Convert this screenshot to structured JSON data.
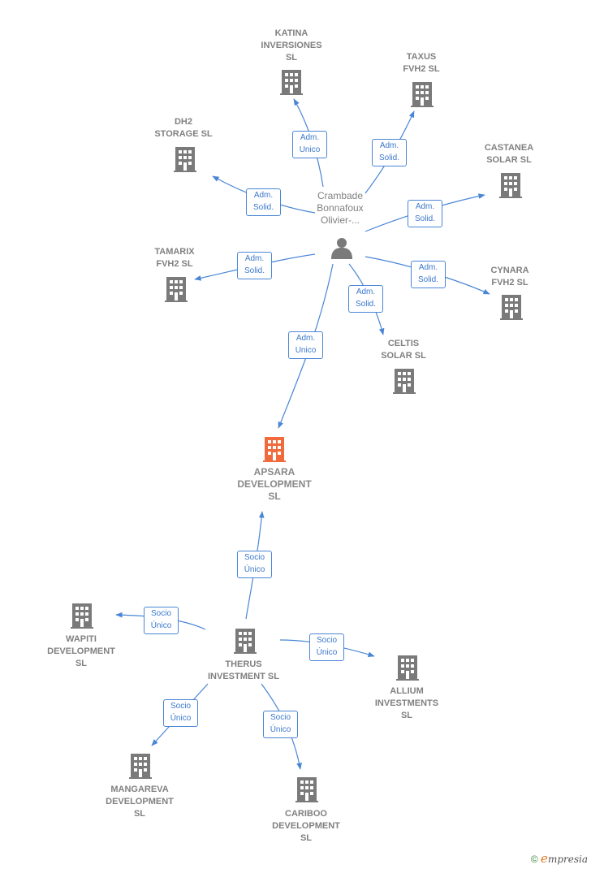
{
  "person": {
    "name": "Crambade\nBonnafoux\nOlivier-...",
    "icon": "person-icon"
  },
  "center_company": {
    "name": "APSARA\nDEVELOPMENT\nSL",
    "color": "#f06a3c"
  },
  "building_color": "#7a7a7a",
  "edge_color": "#4a86d6",
  "companies": {
    "katina": "KATINA\nINVERSIONES\nSL",
    "taxus": "TAXUS\nFVH2  SL",
    "dh2": "DH2\nSTORAGE  SL",
    "castanea": "CASTANEA\nSOLAR  SL",
    "tamarix": "TAMARIX\nFVH2  SL",
    "cynara": "CYNARA\nFVH2  SL",
    "celtis": "CELTIS\nSOLAR  SL",
    "therus": "THERUS\nINVESTMENT SL",
    "wapiti": "WAPITI\nDEVELOPMENT\nSL",
    "allium": "ALLIUM\nINVESTMENTS\nSL",
    "mangareva": "MANGAREVA\nDEVELOPMENT\nSL",
    "cariboo": "CARIBOO\nDEVELOPMENT\nSL"
  },
  "edges": {
    "katina": "Adm.\nUnico",
    "taxus": "Adm.\nSolid.",
    "dh2": "Adm.\nSolid.",
    "castanea": "Adm.\nSolid.",
    "tamarix": "Adm.\nSolid.",
    "cynara": "Adm.\nSolid.",
    "celtis": "Adm.\nSolid.",
    "apsara": "Adm.\nUnico",
    "therus_apsara": "Socio\nÚnico",
    "wapiti": "Socio\nÚnico",
    "allium": "Socio\nÚnico",
    "mangareva": "Socio\nÚnico",
    "cariboo": "Socio\nÚnico"
  },
  "footer": {
    "copyright": "©",
    "brand_initial": "e",
    "brand_rest": "mpresia"
  }
}
